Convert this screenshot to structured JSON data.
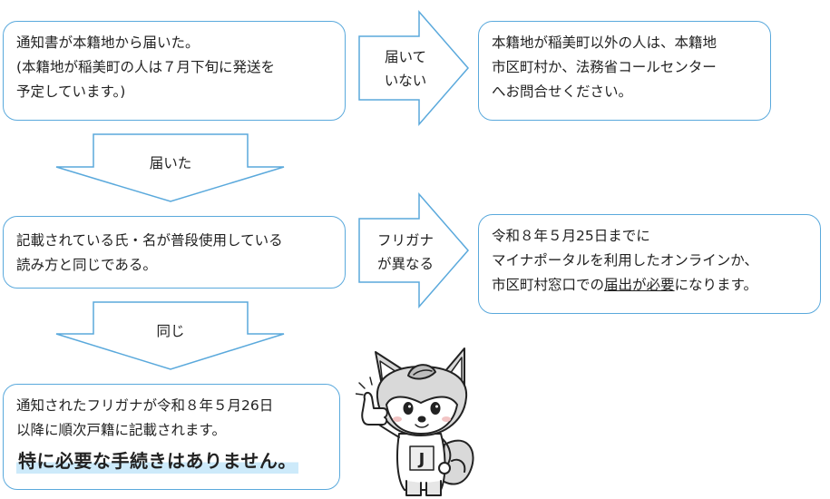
{
  "boxes": {
    "notice_received": "通知書が本籍地から届いた。\n(本籍地が稲美町の人は７月下旬に発送を\n予定しています。)",
    "not_received_info": "本籍地が稲美町以外の人は、本籍地\n市区町村か、法務省コールセンター\nへお問合せください。",
    "reading_check": "記載されている氏・名が普段使用している\n読み方と同じである。",
    "different_line1": "令和８年５月25日までに",
    "different_line2": "マイナポータルを利用したオンラインか、",
    "different_line3_pre": "市区町村窓口での",
    "different_line3_u": "届出が必要",
    "different_line3_post": "になります。",
    "same_result": "通知されたフリガナが令和８年５月26日\n以降に順次戸籍に記載されます。",
    "no_procedure": "特に必要な手続きはありません。"
  },
  "arrows": {
    "not_received": "届いて\nいない",
    "received": "届いた",
    "different": "フリガナ\nが異なる",
    "same": "同じ"
  },
  "mascot": {
    "icon": "fox-mascot-icon",
    "badge_letter": "J"
  },
  "colors": {
    "border": "#5aa9dc",
    "highlight": "#cdeafa"
  }
}
